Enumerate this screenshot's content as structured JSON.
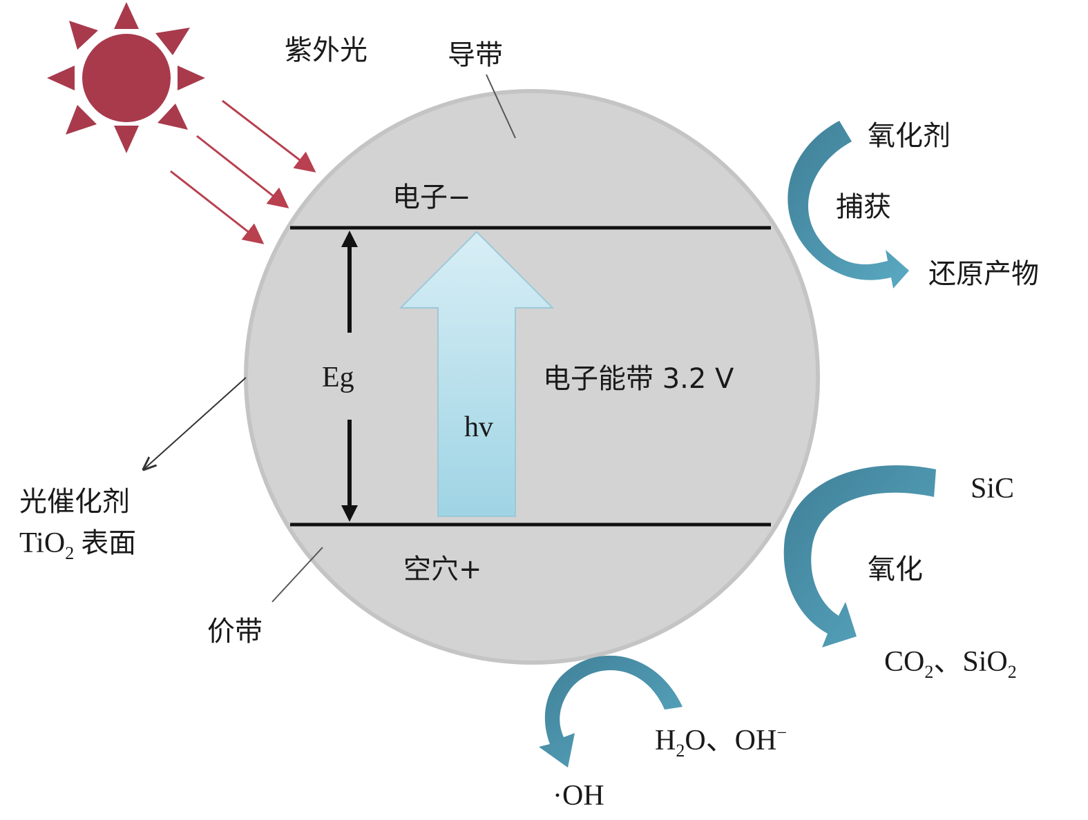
{
  "labels": {
    "uv_light": "紫外光",
    "conduction_band": "导带",
    "electron": "电子−",
    "oxidant": "氧化剂",
    "capture": "捕获",
    "reduction_product": "还原产物",
    "band_gap": "Eg",
    "band_energy": "电子能带 3.2 V",
    "photon": "hv",
    "catalyst_line1": "光催化剂",
    "catalyst_tio": "TiO",
    "catalyst_sub": "2",
    "catalyst_surface": "表面",
    "hole": "空穴+",
    "valence_band": "价带",
    "sic": "SiC",
    "oxidation": "氧化",
    "co2_main": "CO",
    "co2_sub": "2",
    "sio2_main": "、SiO",
    "sio2_sub": "2",
    "h2o_h": "H",
    "h2o_sub": "2",
    "h2o_rest": "O、OH",
    "oh_minus_sup": "−",
    "hydroxyl": "·OH"
  },
  "colors": {
    "sun": "#a83a4c",
    "uv_arrows": "#b8404f",
    "particle": "#d3d3d3",
    "particle_edge": "#c4c4c4",
    "curved_arrow": "#4a95ad",
    "photon_arrow_top": "#d8eef6",
    "photon_arrow_bottom": "#9fd4e4"
  },
  "icons": [
    "sun-icon",
    "curved-arrow-icon"
  ]
}
